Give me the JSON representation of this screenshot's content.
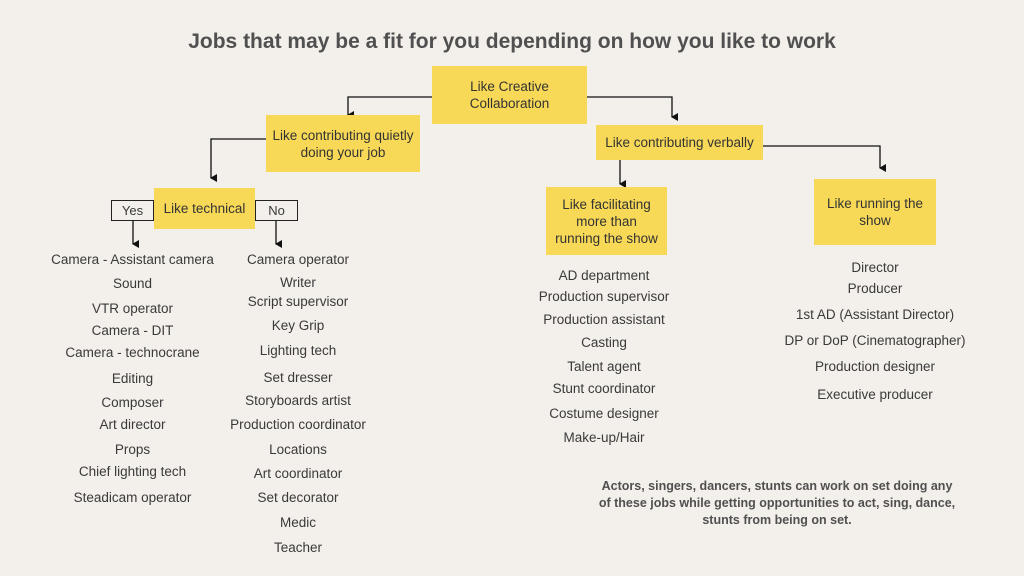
{
  "title": "Jobs that may be a fit for you depending on how you like to work",
  "nodes": {
    "root": "Like Creative Collaboration",
    "quiet": "Like contributing quietly doing your job",
    "verbal": "Like contributing verbally",
    "technical": "Like technical",
    "facilitating": "Like facilitating more than running the show",
    "running": "Like running the show"
  },
  "answers": {
    "yes": "Yes",
    "no": "No"
  },
  "lists": {
    "technical_yes": [
      "Camera - Assistant camera",
      "Sound",
      "VTR operator",
      "Camera - DIT",
      "Camera - technocrane",
      "Editing",
      "Composer",
      "Art director",
      "Props",
      "Chief lighting tech",
      "Steadicam operator"
    ],
    "technical_no": [
      "Camera operator",
      "Writer",
      "Script supervisor",
      "Key Grip",
      "Lighting tech",
      "Set dresser",
      "Storyboards artist",
      "Production coordinator",
      "Locations",
      "Art coordinator",
      "Set decorator",
      "Medic",
      "Teacher"
    ],
    "facilitating": [
      "AD department",
      "Production supervisor",
      "Production assistant",
      "Casting",
      "Talent agent",
      "Stunt coordinator",
      "Costume designer",
      "Make-up/Hair"
    ],
    "running": [
      "Director",
      "Producer",
      "1st AD (Assistant Director)",
      "DP or DoP (Cinematographer)",
      "Production designer",
      "Executive producer"
    ]
  },
  "note": "Actors, singers, dancers, stunts can work on set doing any of these jobs while getting opportunities to act, sing, dance, stunts from being on set."
}
